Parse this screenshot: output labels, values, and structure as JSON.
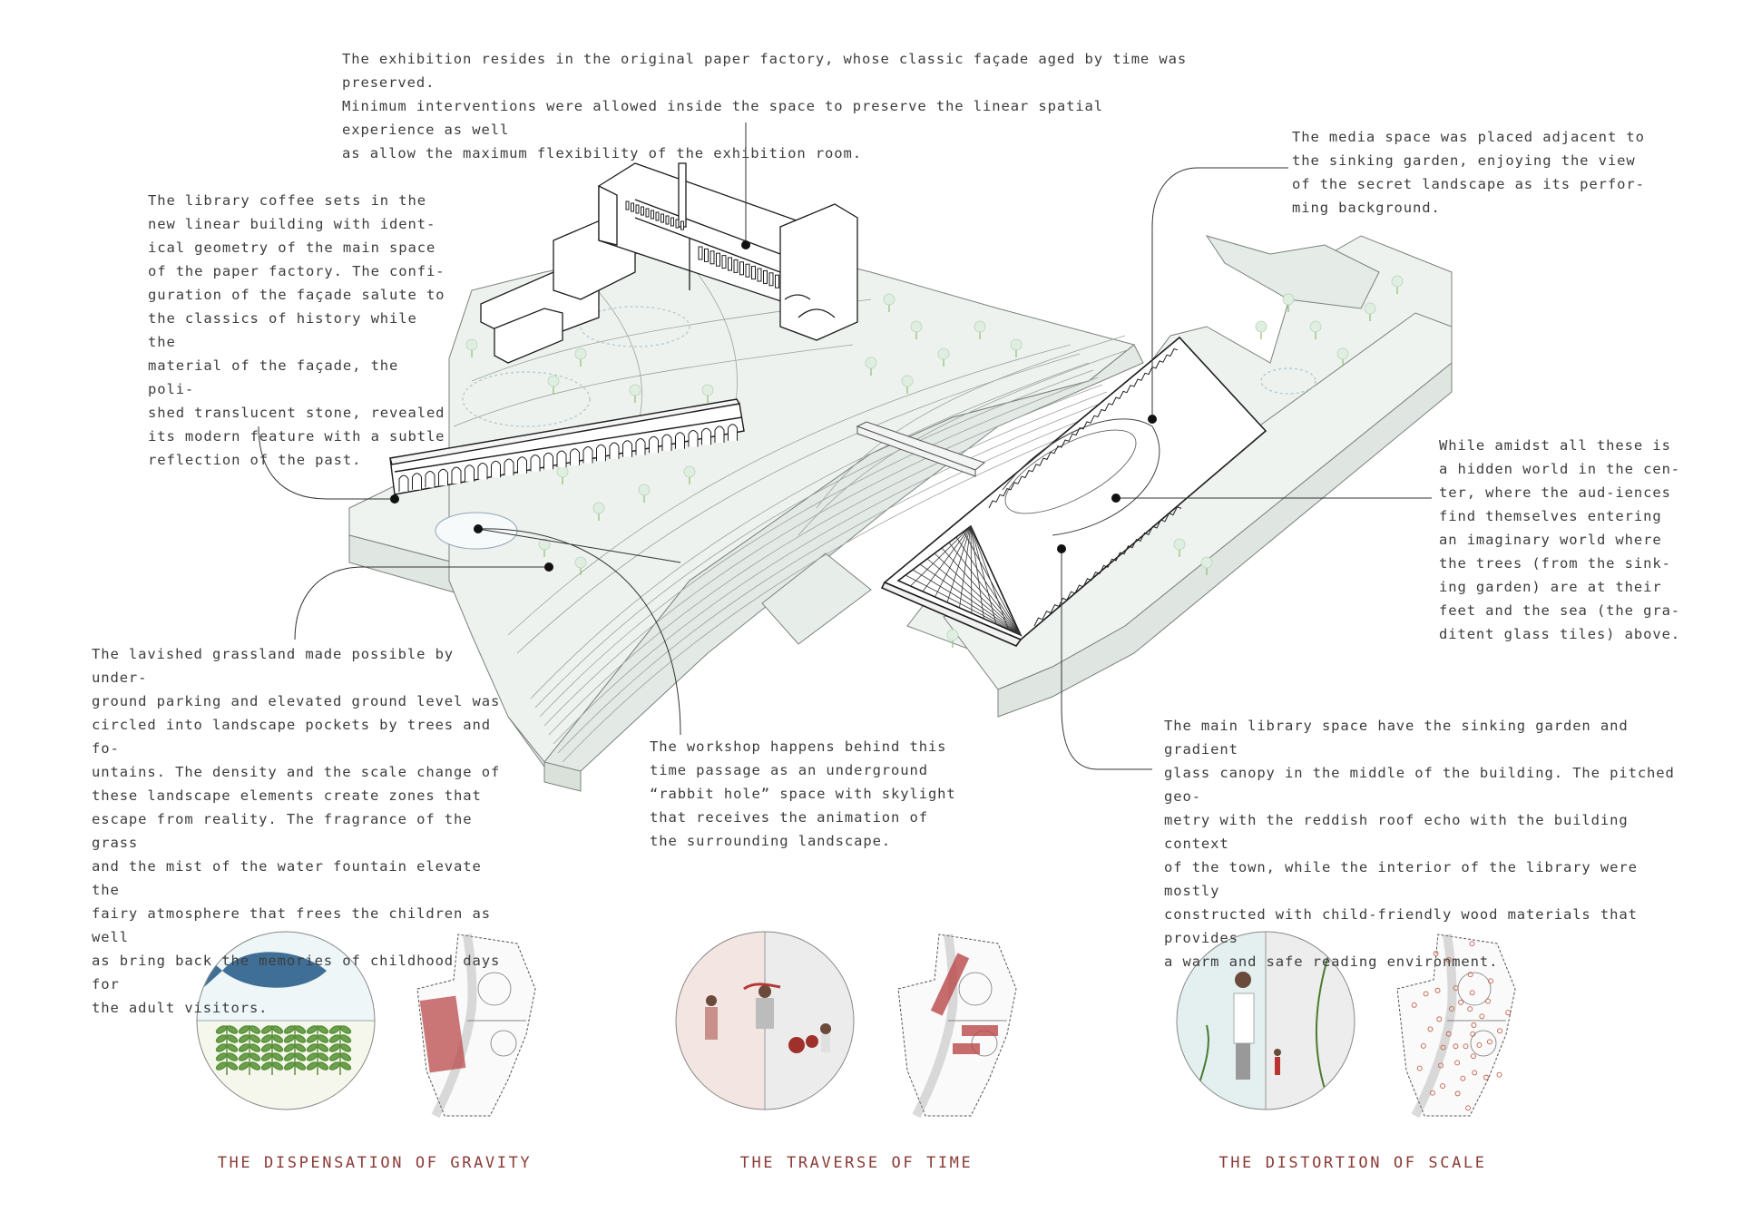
{
  "annotations": {
    "exhibition": "The exhibition resides in the original paper factory, whose classic façade aged by time was preserved.\nMinimum interventions were allowed inside the space to preserve the linear spatial experience as well\nas allow the maximum flexibility of the exhibition room.",
    "library_coffee": "The library coffee sets in the\nnew linear building with ident-\nical geometry of the main space\nof the paper factory. The confi-\nguration of the façade salute to\nthe classics of history while the\nmaterial of the façade, the poli-\nshed translucent stone, revealed\nits modern feature with a subtle\nreflection of the past.",
    "media_space": "The media space was placed adjacent to\nthe sinking garden, enjoying the view\nof the secret landscape as its perfor-\nming background.",
    "hidden_world": "While amidst all these is\na hidden world in the cen-\nter, where the aud-iences\nfind themselves entering\nan imaginary world where\nthe trees (from the sink-\ning garden) are at their\nfeet and the sea (the gra-\nditent glass tiles) above.",
    "grassland": "The lavished grassland made possible by under-\nground parking and elevated ground level was\ncircled into landscape pockets by trees and fo-\nuntains. The density and the scale change of\nthese landscape elements create zones that\nescape from reality. The fragrance of the grass\nand the mist of the water fountain elevate the\nfairy atmosphere that frees the children as well\nas bring back the memories of childhood days for\nthe adult visitors.",
    "workshop": "The workshop happens behind this\ntime passage as an underground\n“rabbit hole” space with skylight\nthat receives the animation of\nthe surrounding landscape.",
    "main_library": "The main library space have the sinking garden and gradient\nglass canopy in the middle of the building. The pitched geo-\nmetry with the reddish roof echo with the building context\nof the town, while the interior of the library were mostly\nconstructed with child-friendly wood materials that provides\na warm and safe reading environment."
  },
  "concepts": [
    {
      "title": "THE DISPENSATION OF GRAVITY",
      "icon": "whale-and-plants-icon"
    },
    {
      "title": "THE TRAVERSE OF TIME",
      "icon": "figures-time-icon"
    },
    {
      "title": "THE DISTORTION OF SCALE",
      "icon": "person-and-leaves-icon"
    }
  ],
  "colors": {
    "text": "#3d3d3d",
    "caption": "#8a3b36",
    "terrain": "#eef3ef",
    "terrain_side": "#e2e8e3",
    "lines": "#222222",
    "accent_red": "#b9494a",
    "tree": "#8fbf6a"
  }
}
